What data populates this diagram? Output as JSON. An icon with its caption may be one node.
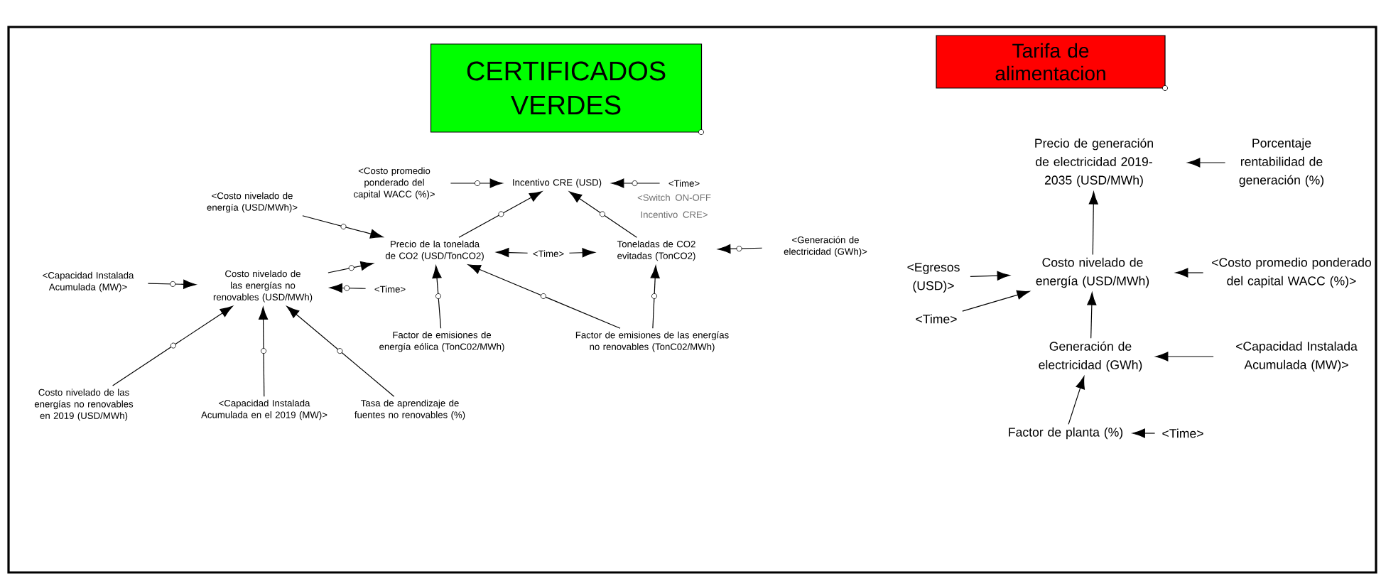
{
  "diagram": {
    "nodes": [
      {
        "text": [
          "CERTIFICADOS VERDES"
        ]
      },
      {
        "text": [
          "Tarifa de alimentacion"
        ]
      },
      {
        "text": [
          "<Costo promedio ponderado del capital WACC (%)>"
        ]
      },
      {
        "text": [
          "Incentivo CRE (USD)"
        ]
      },
      {
        "text": [
          "<Time>"
        ]
      },
      {
        "text": [
          "<Costo nivelado de energía (USD/MWh)>"
        ]
      },
      {
        "text": [
          "Precio de la tonelada de CO2 (USD/TonCO2)"
        ]
      },
      {
        "text": [
          "<Time>"
        ]
      },
      {
        "text": [
          "Toneladas de CO2 evitadas (TonCO2)"
        ]
      },
      {
        "text": [
          "<Generación de electricidad (GWh)>"
        ]
      },
      {
        "text": [
          "<Capacidad Instalada Acumulada (MW)>"
        ]
      },
      {
        "text": [
          "Costo nivelado de las energías no renovables (USD/MWh)"
        ]
      },
      {
        "text": [
          "<Time>"
        ]
      },
      {
        "text": [
          "Factor de emisiones de energía eólica (TonC02/MWh)"
        ]
      },
      {
        "text": [
          "Factor de emisiones de las energías no renovables (TonC02/MWh)"
        ]
      },
      {
        "text": [
          "Costo nivelado de las energías no renovables en 2019 (USD/MWh)"
        ]
      },
      {
        "text": [
          "<Capacidad Instalada Acumulada en el 2019 (MW)>"
        ]
      },
      {
        "text": [
          "Tasa de aprendizaje de fuentes no renovables (%)"
        ]
      },
      {
        "text": [
          "Precio de generación de electricidad 2019-2035 (USD/MWh)"
        ]
      },
      {
        "text": [
          "Porcentaje rentabilidad de generación (%)"
        ]
      },
      {
        "text": [
          "<Egresos (USD)>"
        ]
      },
      {
        "text": [
          "Costo nivelado de energía (USD/MWh)"
        ]
      },
      {
        "text": [
          "<Costo promedio ponderado del capital WACC (%)>"
        ]
      },
      {
        "text": [
          "<Time>"
        ]
      },
      {
        "text": [
          "Generación de electricidad (GWh)"
        ]
      },
      {
        "text": [
          "<Capacidad Instalada Acumulada (MW)>"
        ]
      },
      {
        "text": [
          "Factor de planta (%)"
        ]
      },
      {
        "text": [
          "<Time>"
        ]
      }
    ],
    "edges": [
      {
        "from": 2,
        "to": 3,
        "arrow": "to"
      },
      {
        "from": 4,
        "to": 3,
        "arrow": "to"
      },
      {
        "from": 6,
        "to": 3,
        "arrow": "to"
      },
      {
        "from": 8,
        "to": 3,
        "arrow": "to"
      },
      {
        "from": 5,
        "to": 6,
        "arrow": "to"
      },
      {
        "from": 11,
        "to": 6,
        "arrow": "to"
      },
      {
        "from": 7,
        "to": 6,
        "arrow": "to"
      },
      {
        "from": 7,
        "to": 8,
        "arrow": "to"
      },
      {
        "from": 9,
        "to": 8,
        "arrow": "to"
      },
      {
        "from": 10,
        "to": 11,
        "arrow": "to"
      },
      {
        "from": 12,
        "to": 11,
        "arrow": "to"
      },
      {
        "from": 15,
        "to": 11,
        "arrow": "to"
      },
      {
        "from": 16,
        "to": 11,
        "arrow": "to"
      },
      {
        "from": 17,
        "to": 11,
        "arrow": "to"
      },
      {
        "from": 13,
        "to": 6,
        "arrow": "to"
      },
      {
        "from": 14,
        "to": 6,
        "arrow": "to"
      },
      {
        "from": 14,
        "to": 8,
        "arrow": "to"
      },
      {
        "from": 19,
        "to": 18,
        "arrow": "to"
      },
      {
        "from": 21,
        "to": 18,
        "arrow": "to"
      },
      {
        "from": 20,
        "to": 21,
        "arrow": "to"
      },
      {
        "from": 23,
        "to": 21,
        "arrow": "to"
      },
      {
        "from": 22,
        "to": 21,
        "arrow": "to"
      },
      {
        "from": 24,
        "to": 21,
        "arrow": "to"
      },
      {
        "from": 25,
        "to": 24,
        "arrow": "to"
      },
      {
        "from": 26,
        "to": 24,
        "arrow": "to"
      },
      {
        "from": 27,
        "to": 26,
        "arrow": "to"
      }
    ],
    "labels": [
      "<Switch ON-OFF Incentivo CRE>"
    ]
  }
}
